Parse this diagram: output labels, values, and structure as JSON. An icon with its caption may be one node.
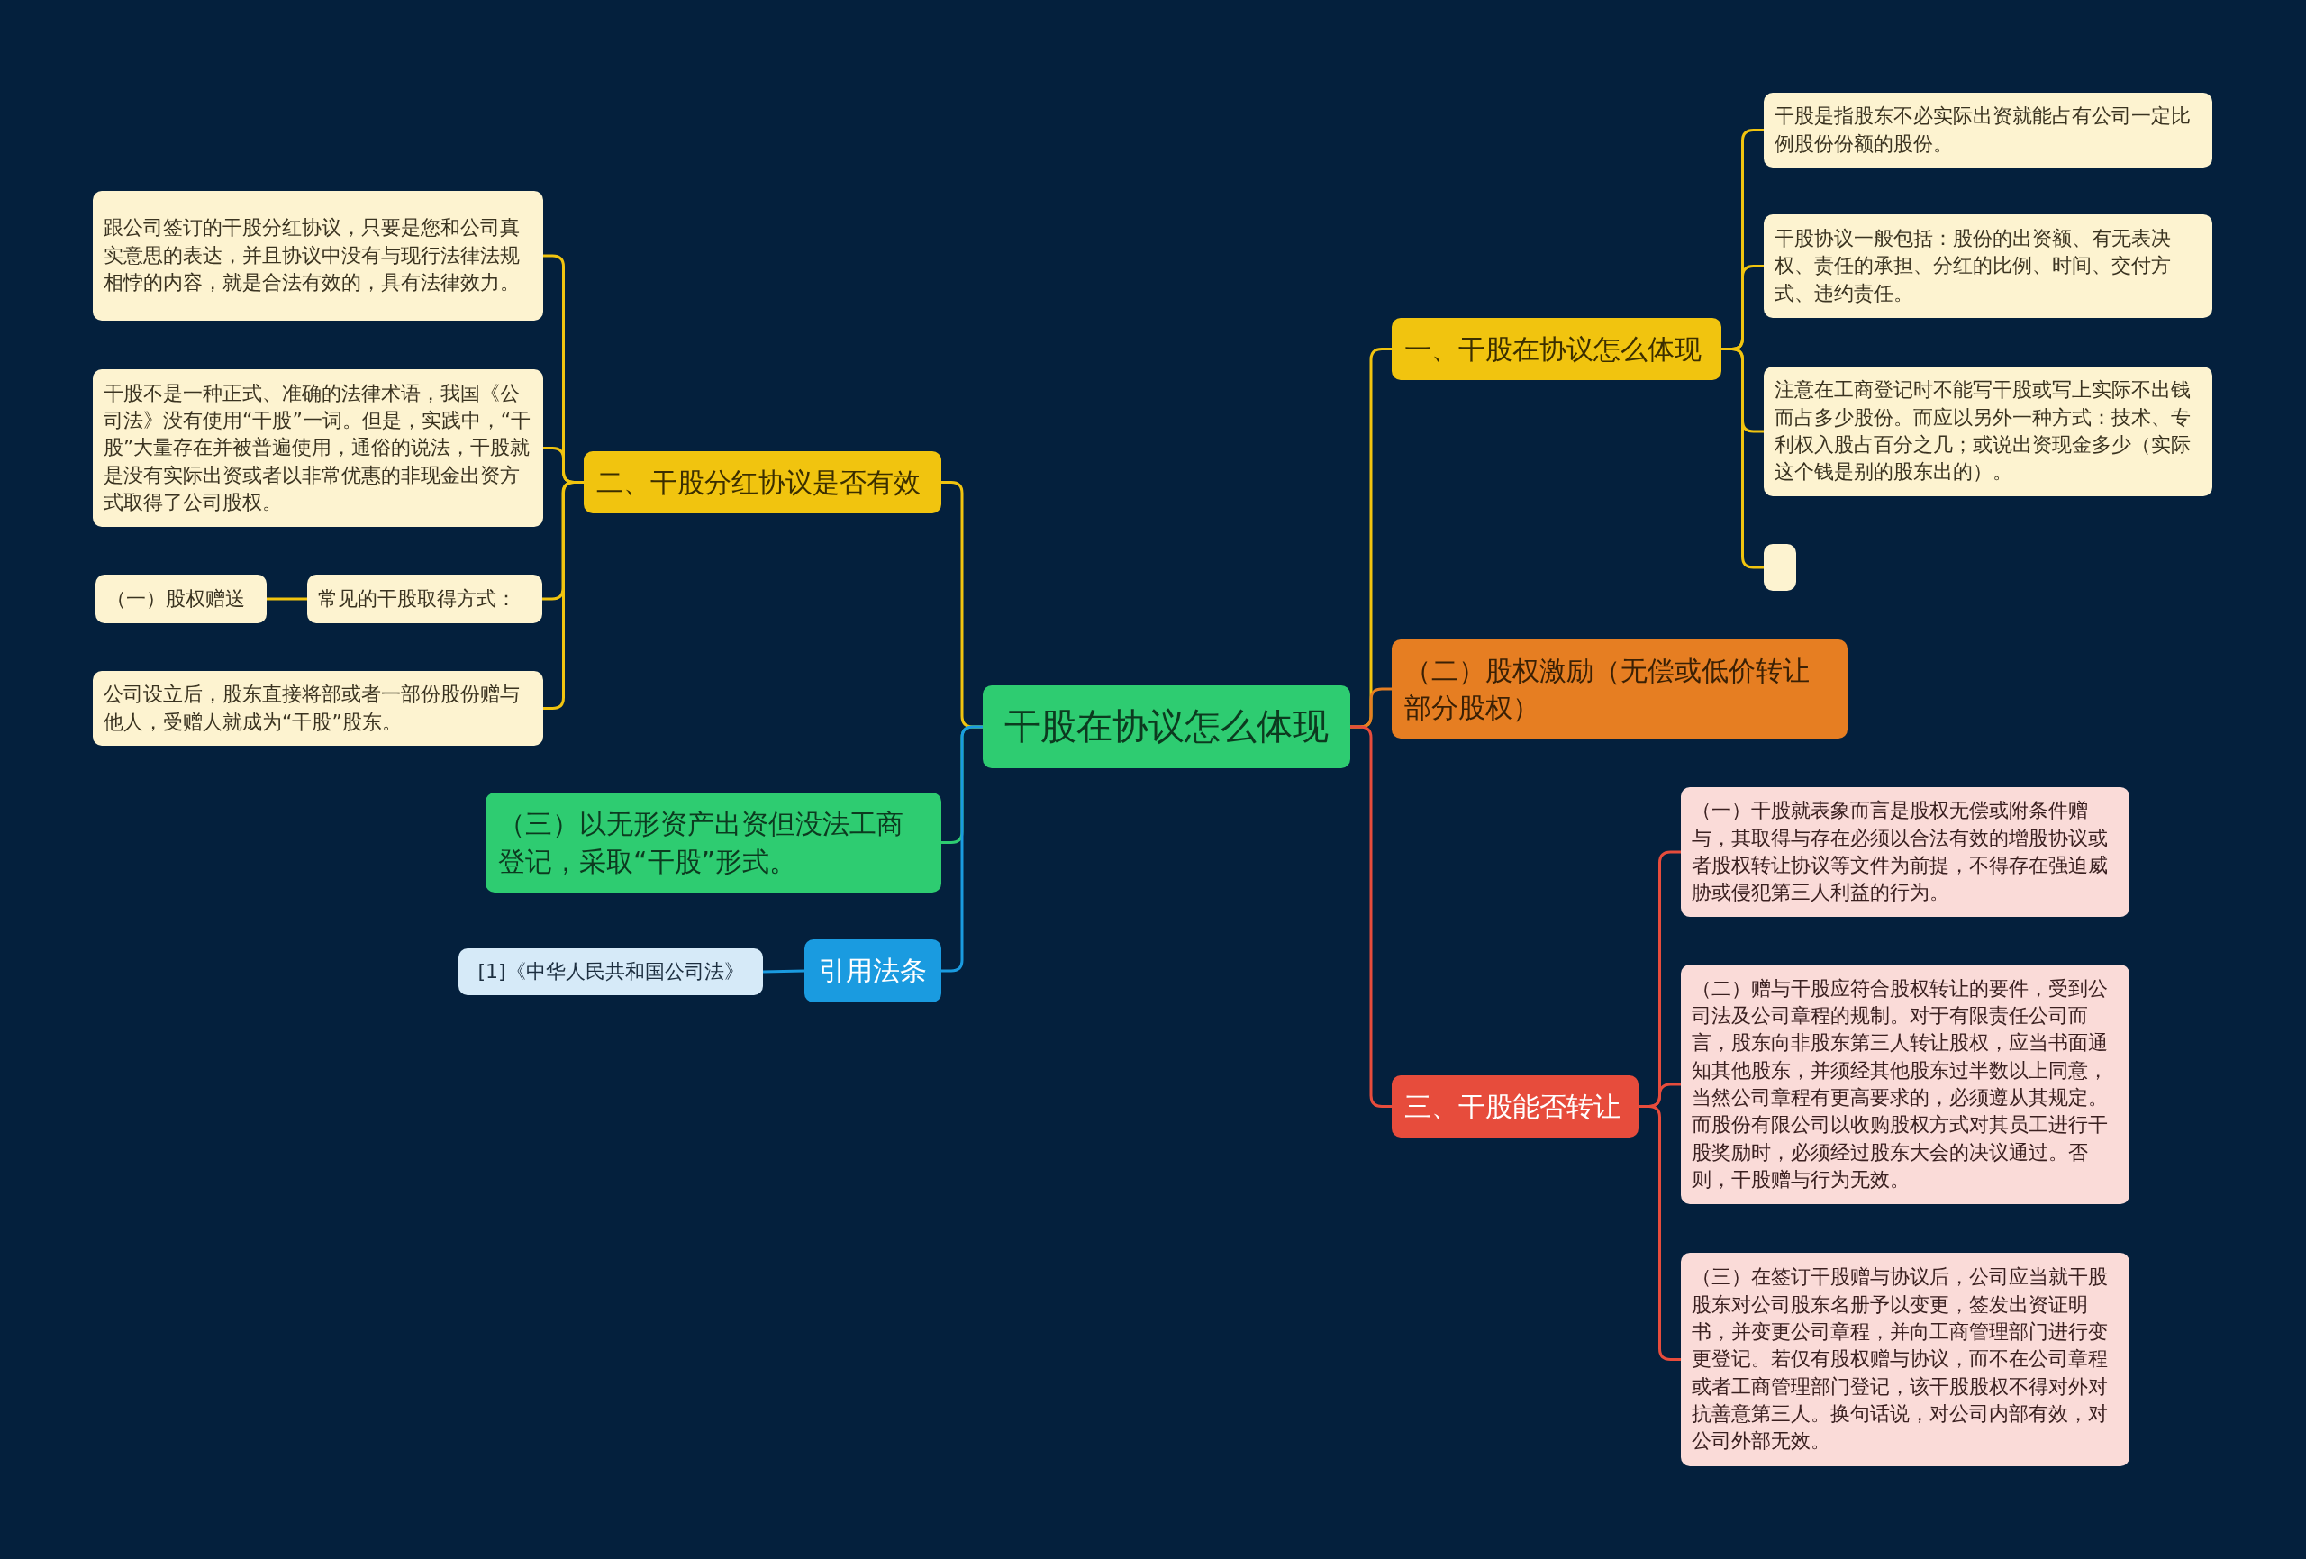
{
  "diagram": {
    "nodes": [
      {
        "text": [
          "干股在协议怎么体现"
        ]
      },
      {
        "text": [
          "一、干股在协议怎么体现"
        ]
      },
      {
        "text": [
          "干股是指股东不必实际出资就能占有公司一定比例股份份额的股份。"
        ]
      },
      {
        "text": [
          "干股协议一般包括：股份的出资额、有无表决权、责任的承担、分红的比例、时间、交付方式、违约责任。"
        ]
      },
      {
        "text": [
          "注意在工商登记时不能写干股或写上实际不出钱而占多少股份。而应以另外一种方式：技术、专利权入股占百分之几；或说出资现金多少（实际这个钱是别的股东出的）。"
        ]
      },
      {
        "text": [],
        "shape": "box"
      },
      {
        "text": [
          "（二）股权激励（无偿或低价转让部分股权）"
        ]
      },
      {
        "text": [
          "三、干股能否转让"
        ]
      },
      {
        "text": [
          "（一）干股就表象而言是股权无偿或附条件赠与，其取得与存在必须以合法有效的增股协议或者股权转让协议等文件为前提，不得存在强迫威胁或侵犯第三人利益的行为。"
        ]
      },
      {
        "text": [
          "（二）赠与干股应符合股权转让的要件，受到公司法及公司章程的规制。对于有限责任公司而言，股东向非股东第三人转让股权，应当书面通知其他股东，并须经其他股东过半数以上同意，当然公司章程有更高要求的，必须遵从其规定。而股份有限公司以收购股权方式对其员工进行干股奖励时，必须经过股东大会的决议通过。否则，干股赠与行为无效。"
        ]
      },
      {
        "text": [
          "（三）在签订干股赠与协议后，公司应当就干股股东对公司股东名册予以变更，签发出资证明书，并变更公司章程，并向工商管理部门进行变更登记。若仅有股权赠与协议，而不在公司章程或者工商管理部门登记，该干股股权不得对外对抗善意第三人。换句话说，对公司内部有效，对公司外部无效。"
        ]
      },
      {
        "text": [
          "二、干股分红协议是否有效"
        ]
      },
      {
        "text": [
          "跟公司签订的干股分红协议，只要是您和公司真实意思的表达，并且协议中没有与现行法律法规相悖的内容，就是合法有效的，具有法律效力。"
        ]
      },
      {
        "text": [
          "干股不是一种正式、准确的法律术语，我国《公司法》没有使用“干股”一词。但是，实践中，“干股”大量存在并被普遍使用，通俗的说法，干股就是没有实际出资或者以非常优惠的非现金出资方式取得了公司股权。"
        ]
      },
      {
        "text": [
          "常见的干股取得方式："
        ]
      },
      {
        "text": [
          "（一）股权赠送"
        ]
      },
      {
        "text": [
          "公司设立后，股东直接将部或者一部份股份赠与他人，受赠人就成为“干股”股东。"
        ]
      },
      {
        "text": [
          "（三）以无形资产出资但没法工商登记，采取“干股”形式。"
        ]
      },
      {
        "text": [
          "引用法条"
        ]
      },
      {
        "text": [
          "[1]《中华人民共和国公司法》"
        ]
      }
    ],
    "edges": [
      {
        "from": 0,
        "to": 1,
        "arrow": "none"
      },
      {
        "from": 1,
        "to": 2,
        "arrow": "none"
      },
      {
        "from": 1,
        "to": 3,
        "arrow": "none"
      },
      {
        "from": 1,
        "to": 4,
        "arrow": "none"
      },
      {
        "from": 1,
        "to": 5,
        "arrow": "none"
      },
      {
        "from": 0,
        "to": 6,
        "arrow": "none",
        "color": "#e67e22"
      },
      {
        "from": 0,
        "to": 7,
        "arrow": "none",
        "color": "#e74c3c"
      },
      {
        "from": 7,
        "to": 8,
        "arrow": "none",
        "color": "#e74c3c"
      },
      {
        "from": 7,
        "to": 9,
        "arrow": "none",
        "color": "#e74c3c"
      },
      {
        "from": 7,
        "to": 10,
        "arrow": "none",
        "color": "#e74c3c"
      },
      {
        "from": 0,
        "to": 11,
        "arrow": "none"
      },
      {
        "from": 11,
        "to": 12,
        "arrow": "none"
      },
      {
        "from": 11,
        "to": 13,
        "arrow": "none"
      },
      {
        "from": 11,
        "to": 14,
        "arrow": "none"
      },
      {
        "from": 11,
        "to": 16,
        "arrow": "none"
      },
      {
        "from": 14,
        "to": 15,
        "arrow": "none"
      },
      {
        "from": 0,
        "to": 17,
        "arrow": "none",
        "color": "#2ecc71"
      },
      {
        "from": 0,
        "to": 18,
        "arrow": "none",
        "color": "#1a9be0"
      },
      {
        "from": 18,
        "to": 19,
        "arrow": "none",
        "color": "#1a9be0"
      }
    ]
  }
}
